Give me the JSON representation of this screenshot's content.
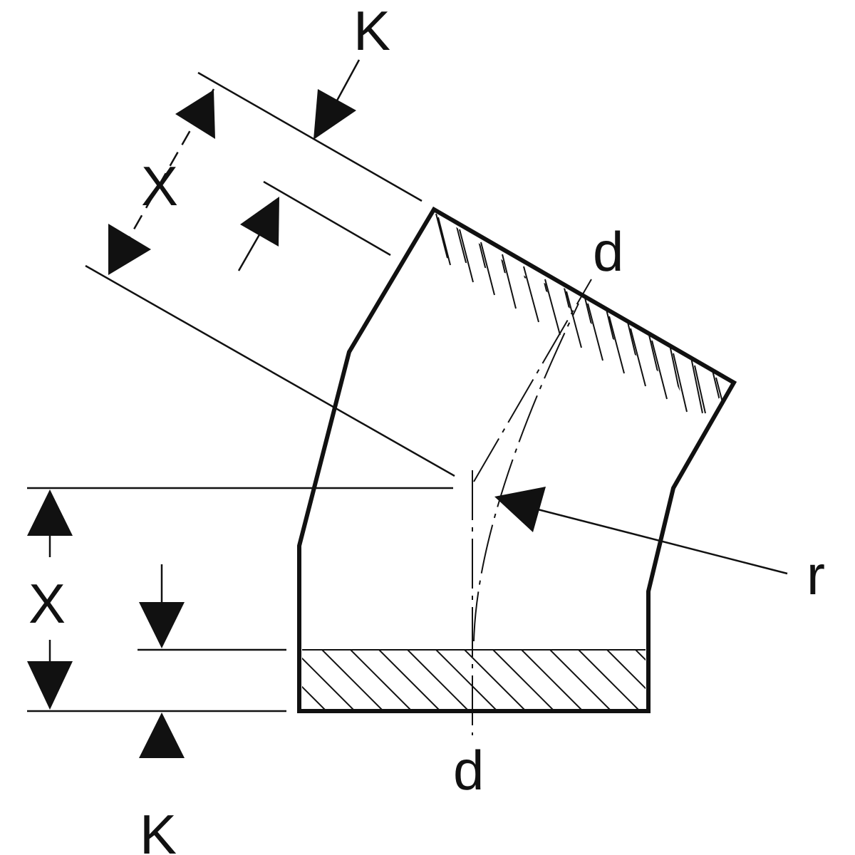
{
  "colors": {
    "stroke": "#111111",
    "background": "#ffffff"
  },
  "labels": {
    "k_top": "K",
    "x_left_angled": "X",
    "d_top": "d",
    "x_left_vertical": "X",
    "r": "r",
    "d_bottom": "d",
    "k_bottom": "K"
  }
}
